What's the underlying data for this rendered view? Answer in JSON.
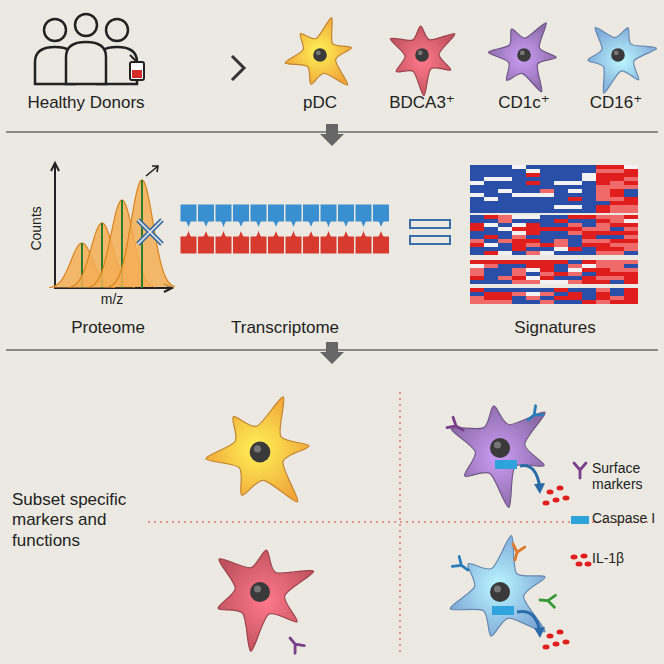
{
  "diagram": {
    "nodes": [
      {
        "text": [
          "Healthy Donors"
        ]
      },
      {
        "text": [
          "pDC"
        ]
      },
      {
        "text": [
          "BDCA3⁺"
        ]
      },
      {
        "text": [
          "CD1c⁺"
        ]
      },
      {
        "text": [
          "CD16⁺"
        ]
      },
      {
        "text": [
          "Proteome"
        ]
      },
      {
        "text": [
          "Transcriptome"
        ]
      },
      {
        "text": [
          "Signatures"
        ]
      }
    ],
    "labels": [
      "Counts",
      "m/z",
      "Subset specific markers and functions"
    ],
    "legend": [
      {
        "text": "Surface markers"
      },
      {
        "text": "Caspase I",
        "color": "#2ea3dc"
      },
      {
        "text": "IL-1β"
      }
    ]
  }
}
